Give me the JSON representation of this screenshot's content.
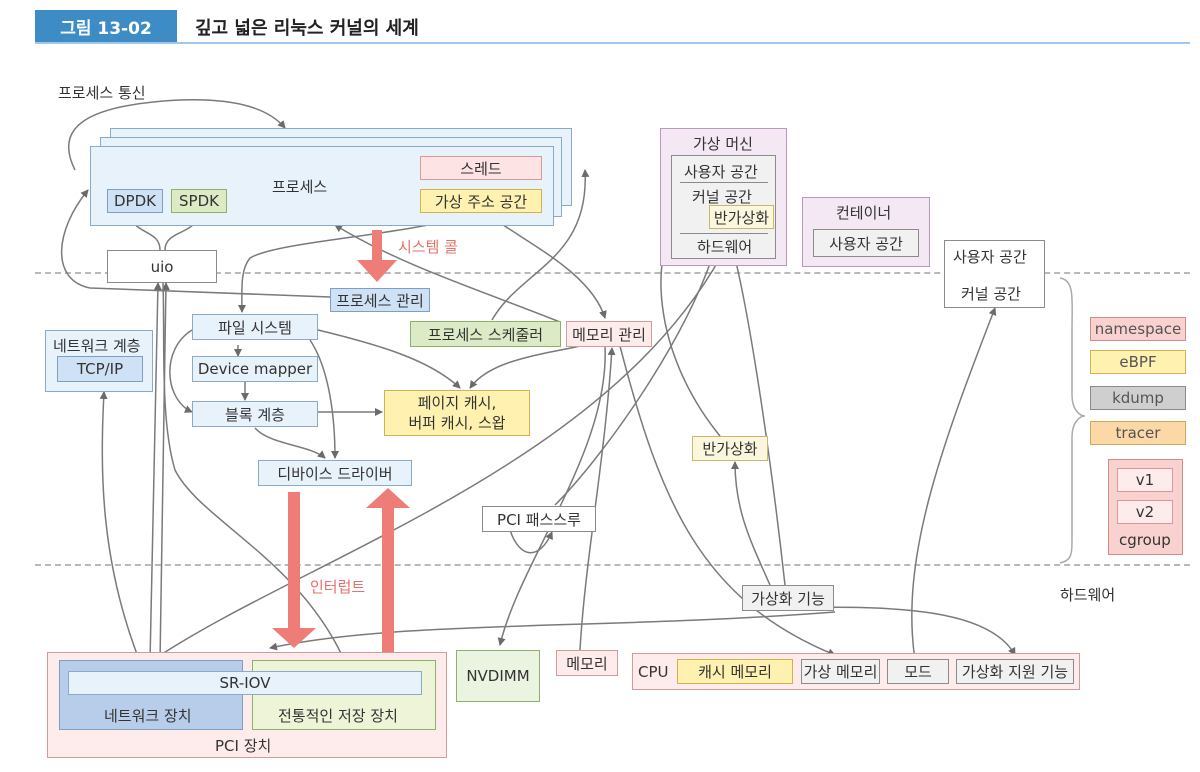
{
  "figure": {
    "number": "그림 13-02",
    "title": "깊고 넓은 리눅스 커널의 세계"
  },
  "colors": {
    "accent": "#3e8cc6",
    "arrow_red": "#ee7d77",
    "line": "#707070"
  },
  "labels": {
    "ipc": "프로세스 통신",
    "process": "프로세스",
    "thread": "스레드",
    "vaddr": "가상 주소 공간",
    "dpdk": "DPDK",
    "spdk": "SPDK",
    "uio": "uio",
    "syscall": "시스템 콜",
    "proc_mgmt": "프로세스 관리",
    "filesystem": "파일 시스템",
    "devmapper": "Device mapper",
    "block": "블록 계층",
    "scheduler": "프로세스 스케줄러",
    "memmgmt": "메모리 관리",
    "pagecache": "페이지 캐시,\n버퍼 캐시, 스왑",
    "devdriver": "디바이스 드라이버",
    "interrupt": "인터럽트",
    "pci_pass": "PCI 패스스루",
    "net_layer": "네트워크 계층",
    "tcpip": "TCP/IP",
    "vm": "가상 머신",
    "vm_user": "사용자 공간",
    "vm_kernel": "커널 공간",
    "vm_paravirt": "반가상화",
    "vm_hw": "하드웨어",
    "container": "컨테이너",
    "container_user": "사용자 공간",
    "user_space": "사용자 공간",
    "kernel_space": "커널 공간",
    "paravirt": "반가상화",
    "virt_feature": "가상화 기능",
    "hardware": "하드웨어",
    "namespace": "namespace",
    "ebpf": "eBPF",
    "kdump": "kdump",
    "tracer": "tracer",
    "v1": "v1",
    "v2": "v2",
    "cgroup": "cgroup",
    "pci_device": "PCI 장치",
    "sriov": "SR-IOV",
    "net_device": "네트워크 장치",
    "storage": "전통적인 저장 장치",
    "nvdimm": "NVDIMM",
    "memory": "메모리",
    "cpu": "CPU",
    "cache": "캐시 메모리",
    "vmem": "가상 메모리",
    "mode": "모드",
    "virt_support": "가상화 지원 기능"
  }
}
